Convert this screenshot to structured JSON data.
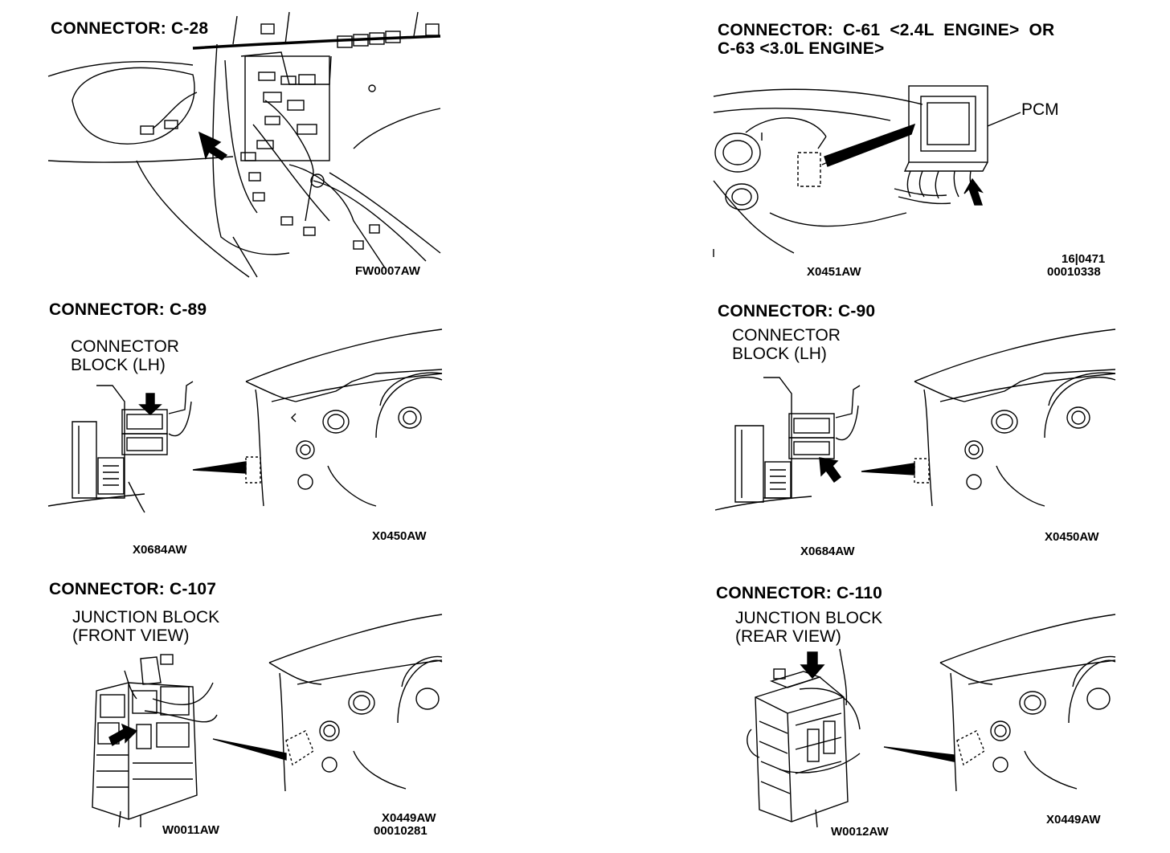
{
  "page": {
    "background": "#ffffff",
    "ink": "#000000"
  },
  "panels": {
    "c28": {
      "title": "CONNECTOR: C-28",
      "codes": [
        "FW0007AW"
      ]
    },
    "c61": {
      "title_line1": "CONNECTOR: C-61 <2.4L ENGINE> OR",
      "title_line2": "C-63 <3.0L ENGINE>",
      "callout": "PCM",
      "codes": [
        "X0451AW",
        "16|0471",
        "00010338"
      ]
    },
    "c89": {
      "title": "CONNECTOR: C-89",
      "callout_line1": "CONNECTOR",
      "callout_line2": "BLOCK (LH)",
      "codes": [
        "X0684AW",
        "X0450AW"
      ]
    },
    "c90": {
      "title": "CONNECTOR: C-90",
      "callout_line1": "CONNECTOR",
      "callout_line2": "BLOCK (LH)",
      "codes": [
        "X0684AW",
        "X0450AW"
      ]
    },
    "c107": {
      "title": "CONNECTOR: C-107",
      "callout_line1": "JUNCTION BLOCK",
      "callout_line2": "(FRONT VIEW)",
      "codes": [
        "W0011AW",
        "X0449AW",
        "00010281"
      ]
    },
    "c110": {
      "title": "CONNECTOR: C-110",
      "callout_line1": "JUNCTION BLOCK",
      "callout_line2": "(REAR VIEW)",
      "codes": [
        "W0012AW",
        "X0449AW"
      ]
    }
  }
}
